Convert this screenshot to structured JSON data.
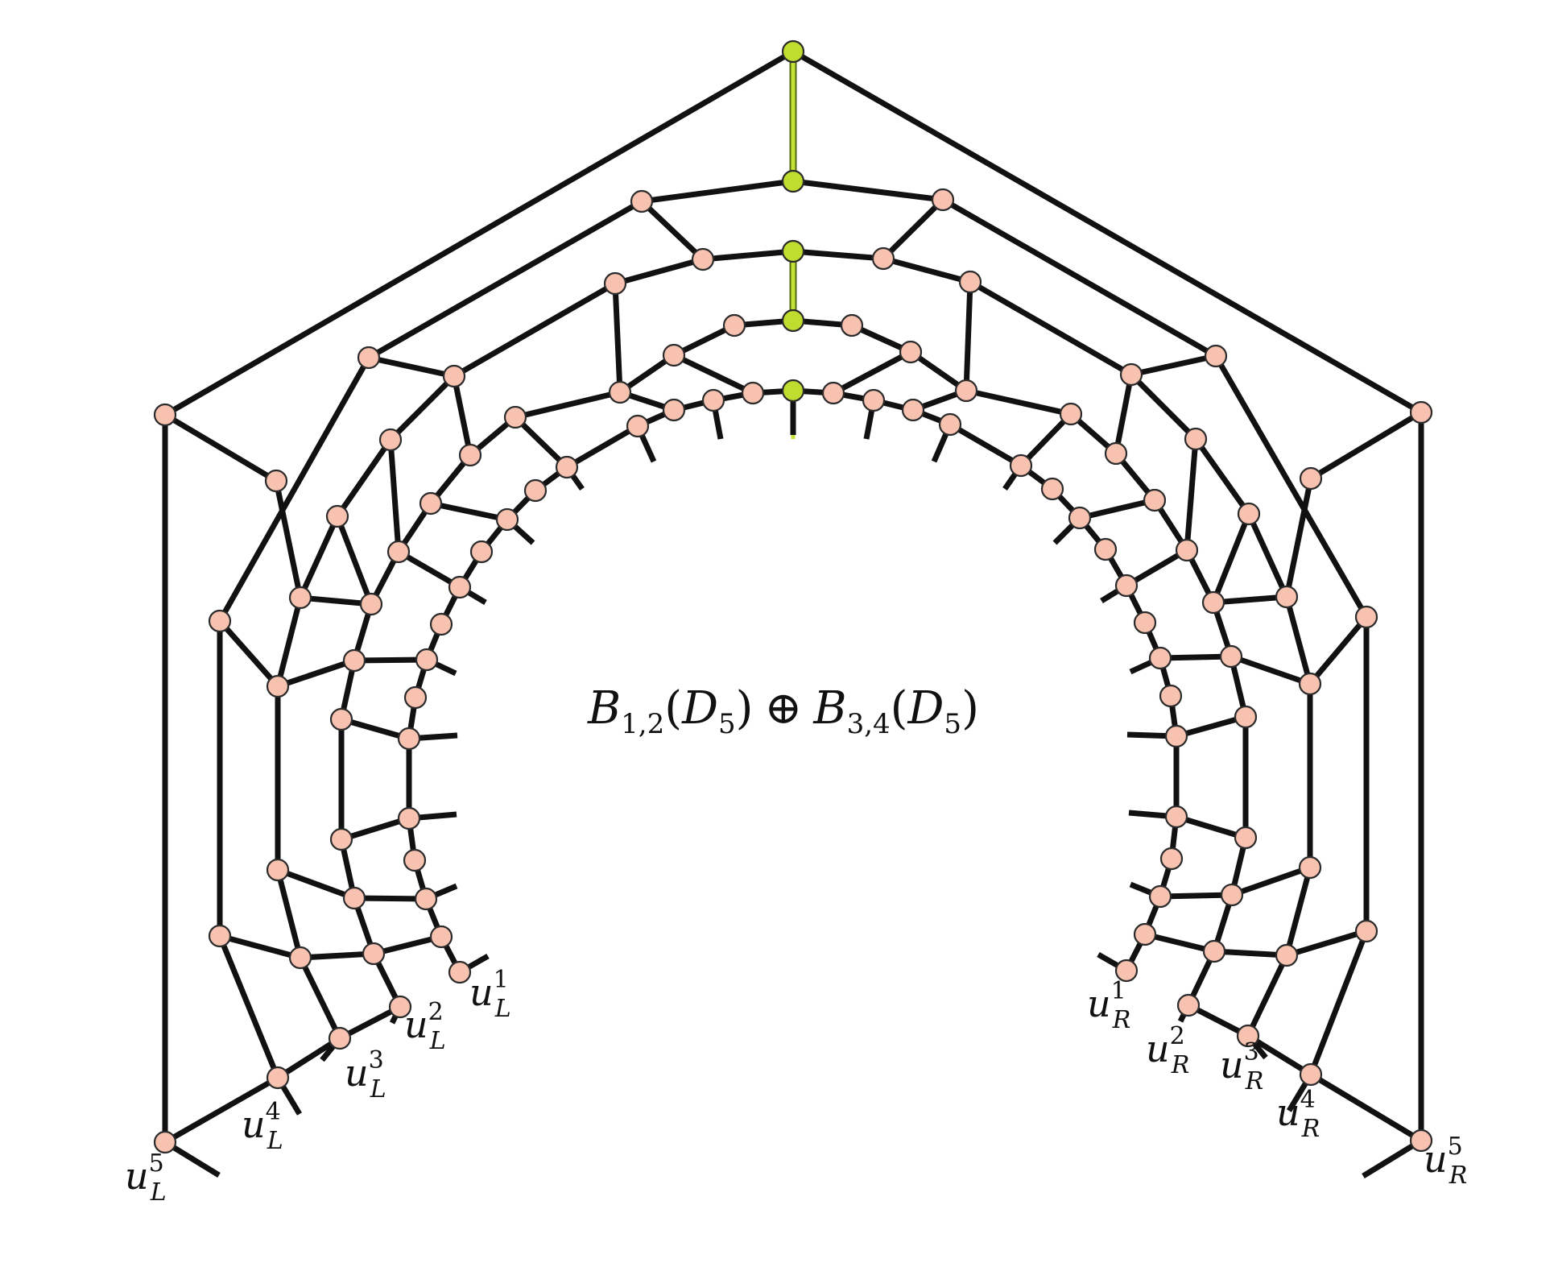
{
  "diagram": {
    "title": {
      "B1": "B",
      "sub1": "1,2",
      "open1": "(",
      "D1": "D",
      "d1": "5",
      "close1": ")",
      "op": "⊕",
      "B2": "B",
      "sub2": "3,4",
      "open2": "(",
      "D2": "D",
      "d2": "5",
      "close2": ")"
    },
    "boundary_labels": {
      "left": [
        {
          "base": "u",
          "sup": "1",
          "sub": "L"
        },
        {
          "base": "u",
          "sup": "2",
          "sub": "L"
        },
        {
          "base": "u",
          "sup": "3",
          "sub": "L"
        },
        {
          "base": "u",
          "sup": "4",
          "sub": "L"
        },
        {
          "base": "u",
          "sup": "5",
          "sub": "L"
        }
      ],
      "right": [
        {
          "base": "u",
          "sup": "1",
          "sub": "R"
        },
        {
          "base": "u",
          "sup": "2",
          "sub": "R"
        },
        {
          "base": "u",
          "sup": "3",
          "sub": "R"
        },
        {
          "base": "u",
          "sup": "4",
          "sub": "R"
        },
        {
          "base": "u",
          "sup": "5",
          "sub": "R"
        }
      ]
    },
    "colors": {
      "vertex_fill": "#f7c3b0",
      "axis_vertex_fill": "#bfdd2e",
      "edge": "#111111"
    }
  }
}
